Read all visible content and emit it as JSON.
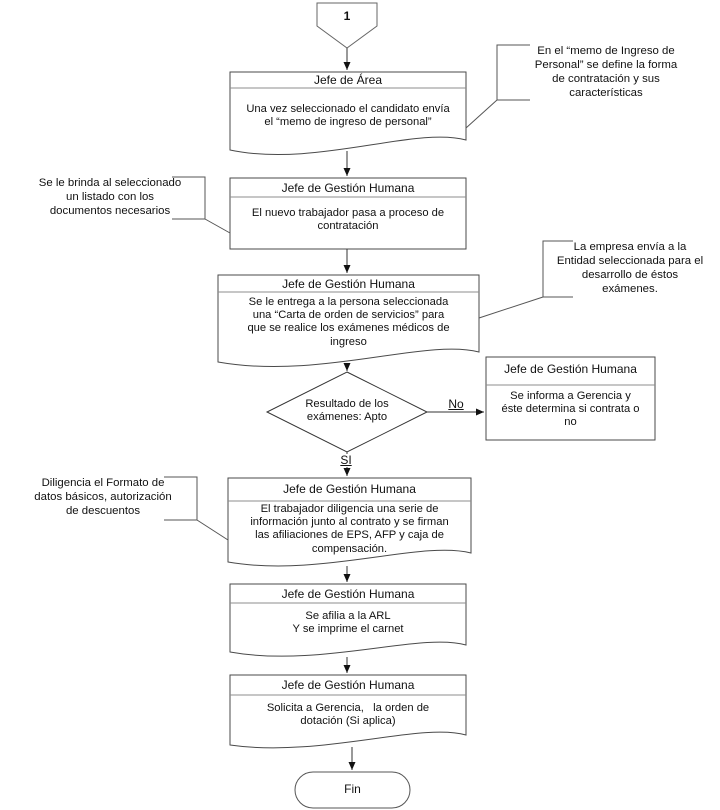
{
  "colors": {
    "background": "#ffffff",
    "border": "#4a4a4a",
    "divider": "#8c8c8c",
    "arrow": "#111111",
    "text": "#111111"
  },
  "flow": {
    "start_label": "1",
    "end_label": "Fin",
    "nodes": [
      {
        "header": "Jefe de Área",
        "body": "Una vez seleccionado el candidato envía\nel “memo de ingreso de personal”"
      },
      {
        "header": "Jefe de Gestión Humana",
        "body": "El nuevo trabajador pasa a proceso de\ncontratación"
      },
      {
        "header": "Jefe de Gestión Humana",
        "body": "Se le entrega a la persona seleccionada\nuna “Carta de orden de servicios” para\nque se realice los exámenes médicos de\ningreso"
      },
      {
        "header": "Jefe de Gestión Humana",
        "body": "Se informa a Gerencia y\néste determina si contrata o\nno"
      },
      {
        "header": "Jefe de Gestión Humana",
        "body": "El trabajador diligencia una serie de\ninformación junto al contrato y se firman\nlas afiliaciones de EPS, AFP y caja de\ncompensación."
      },
      {
        "header": "Jefe de Gestión Humana",
        "body": "Se afilia a la ARL\nY se imprime el carnet"
      },
      {
        "header": "Jefe de Gestión Humana",
        "body": "Solicita a Gerencia,   la orden de\ndotación (Si aplica)"
      }
    ],
    "decision": {
      "text": "Resultado de los\nexámenes: Apto",
      "no_label": "No",
      "yes_label": "SI"
    },
    "annotations": [
      {
        "text": "En el “memo de Ingreso de\nPersonal” se define la forma\nde contratación y sus\ncaracterísticas"
      },
      {
        "text": "Se le brinda al seleccionado\nun listado con los\ndocumentos necesarios"
      },
      {
        "text": "La empresa envía a la\nEntidad seleccionada para el\ndesarrollo de éstos\nexámenes."
      },
      {
        "text": "Diligencia el Formato de\ndatos básicos, autorización\nde descuentos"
      }
    ]
  }
}
